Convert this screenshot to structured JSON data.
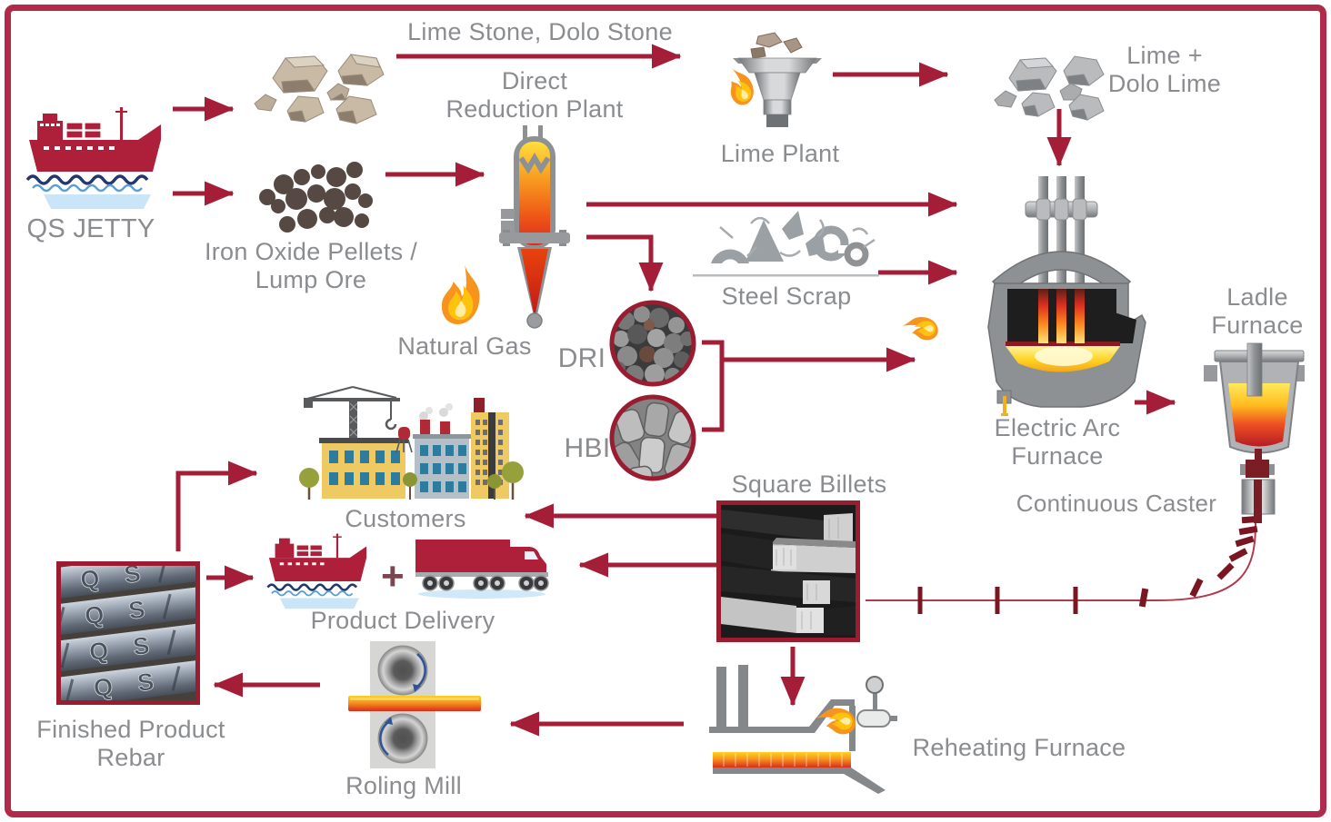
{
  "diagram": {
    "title_hint": "steel making process flow",
    "colors": {
      "frame": "#B22A49",
      "arrow": "#A51E38",
      "arrow_dark": "#7A1622",
      "label_gray": "#8A8C8F",
      "brand_red": "#AE203A",
      "flame_orange": "#F7941E",
      "flame_yellow": "#FFC20E",
      "photo_border": "#9A1C31"
    },
    "nodes": {
      "qs_jetty": {
        "label": "QS JETTY"
      },
      "lime_stone": {
        "label": "Lime Stone, Dolo Stone"
      },
      "iron_oxide": {
        "line1": "Iron Oxide Pellets /",
        "line2": "Lump Ore"
      },
      "drp": {
        "line1": "Direct",
        "line2": "Reduction Plant"
      },
      "natural_gas": {
        "label": "Natural Gas"
      },
      "lime_plant": {
        "label": "Lime Plant"
      },
      "lime_dolo": {
        "line1": "Lime +",
        "line2": "Dolo Lime"
      },
      "steel_scrap": {
        "label": "Steel Scrap"
      },
      "dri": {
        "label": "DRI"
      },
      "hbi": {
        "label": "HBI"
      },
      "eaf": {
        "line1": "Electric Arc",
        "line2": "Furnace"
      },
      "ladle": {
        "line1": "Ladle",
        "line2": "Furnace"
      },
      "caster": {
        "label": "Continuous Caster"
      },
      "billets": {
        "label": "Square Billets"
      },
      "customers": {
        "label": "Customers"
      },
      "delivery": {
        "label": "Product Delivery",
        "plus": "+"
      },
      "rebar": {
        "line1": "Finished Product",
        "line2": "Rebar",
        "stamp": "Q S"
      },
      "rolling_mill": {
        "label": "Roling Mill"
      },
      "reheating": {
        "label": "Reheating Furnace"
      }
    }
  }
}
